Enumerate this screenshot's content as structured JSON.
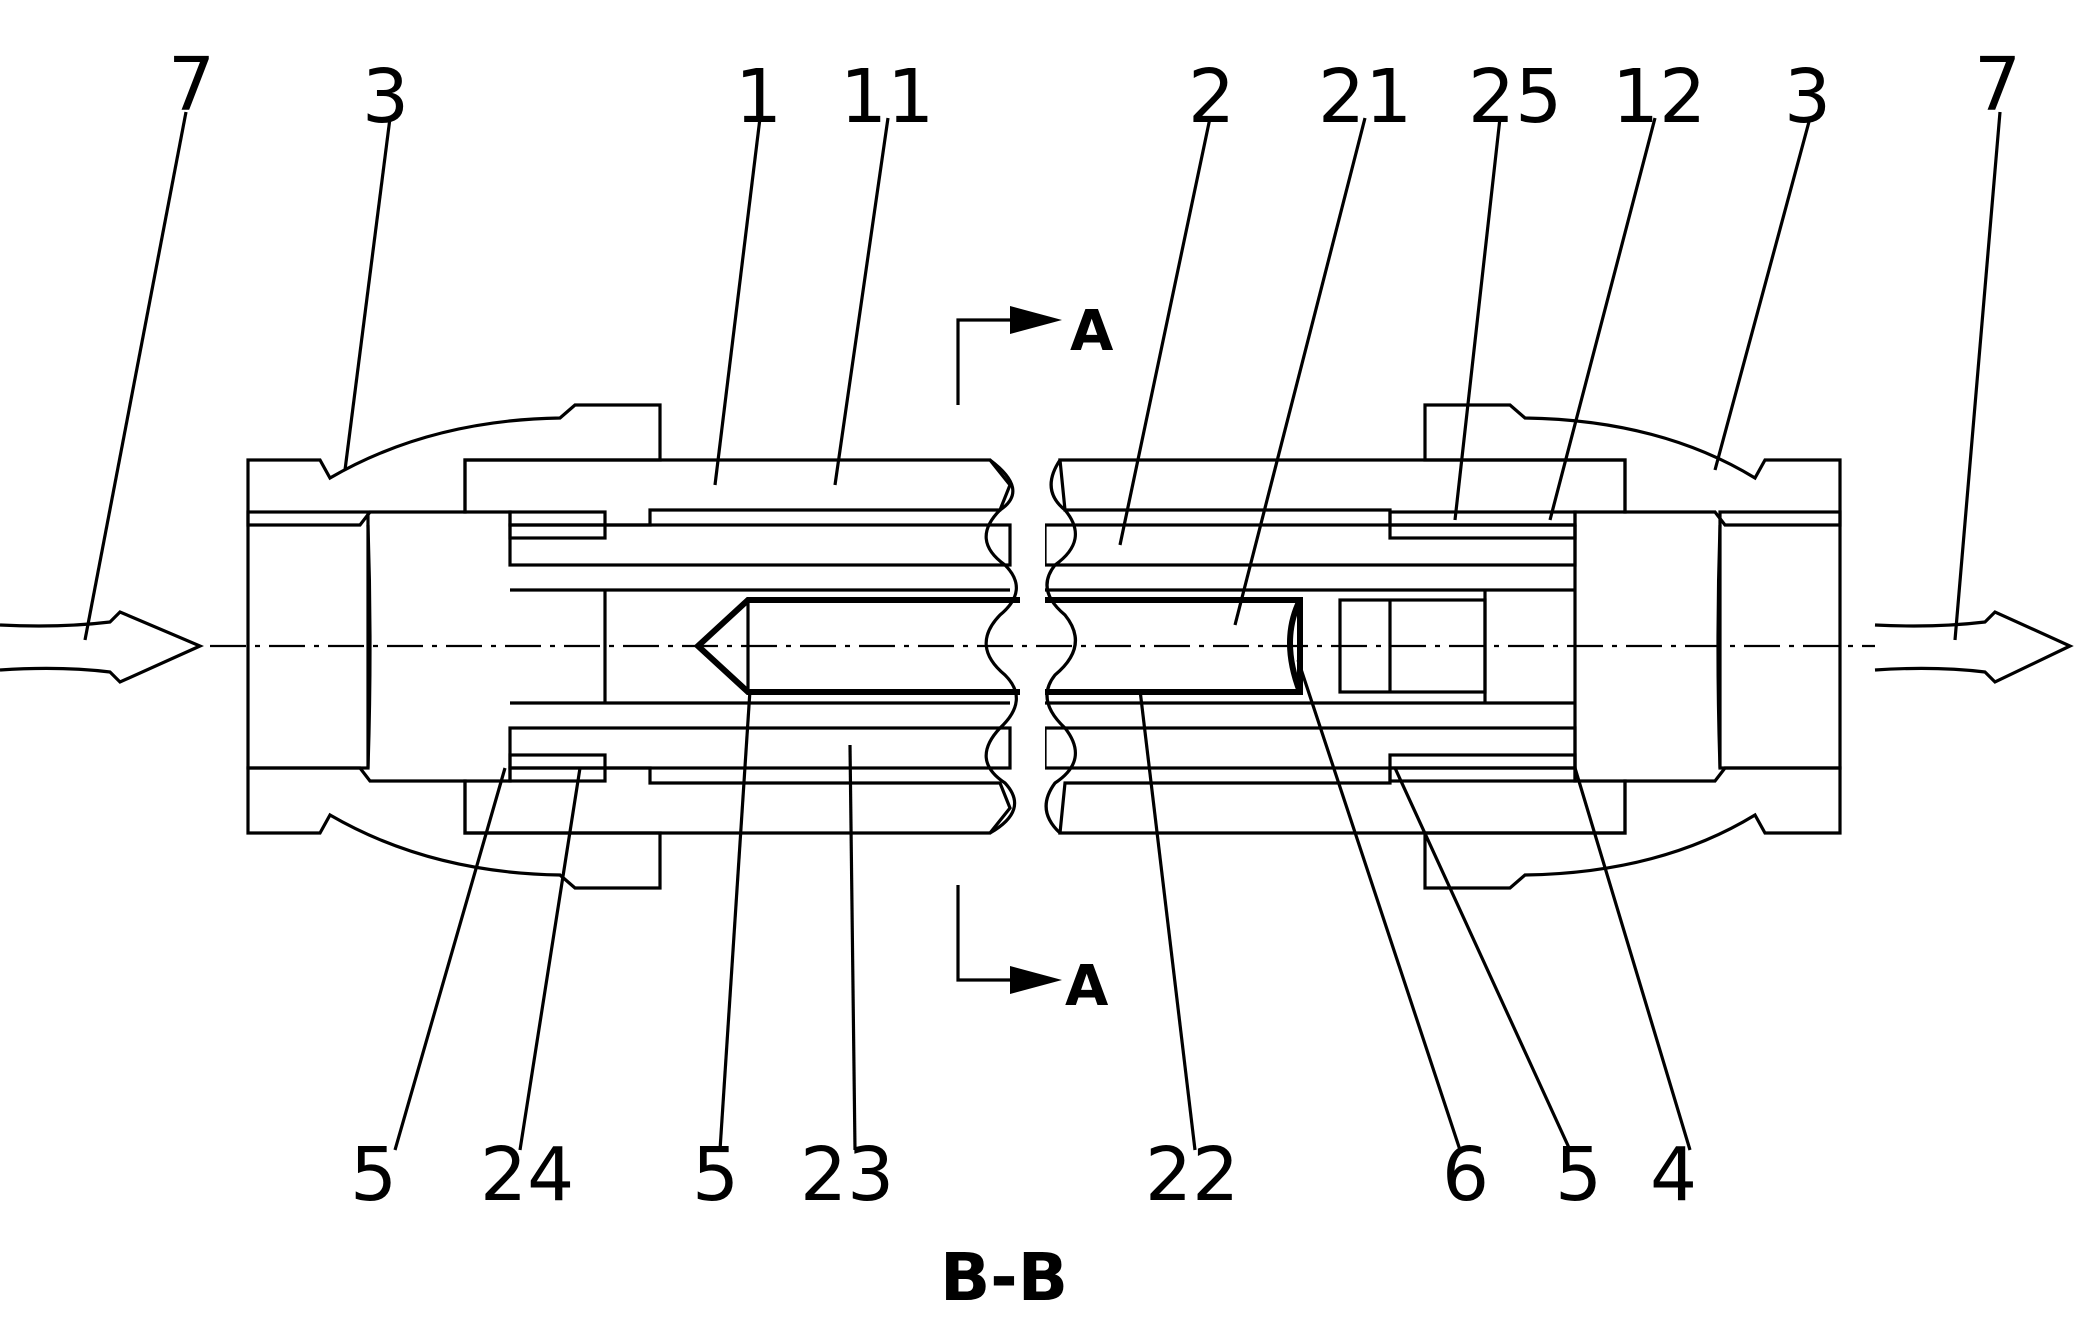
{
  "labels_top": [
    "7",
    "3",
    "1",
    "11",
    "2",
    "21",
    "25",
    "12",
    "3",
    "7"
  ],
  "labels_bottom": [
    "5",
    "24",
    "5",
    "23",
    "22",
    "6",
    "5",
    "4"
  ],
  "section_marks": [
    "A",
    "A"
  ],
  "section_title": "B-B",
  "colors": {
    "ink": "#000000",
    "paper": "#ffffff"
  }
}
